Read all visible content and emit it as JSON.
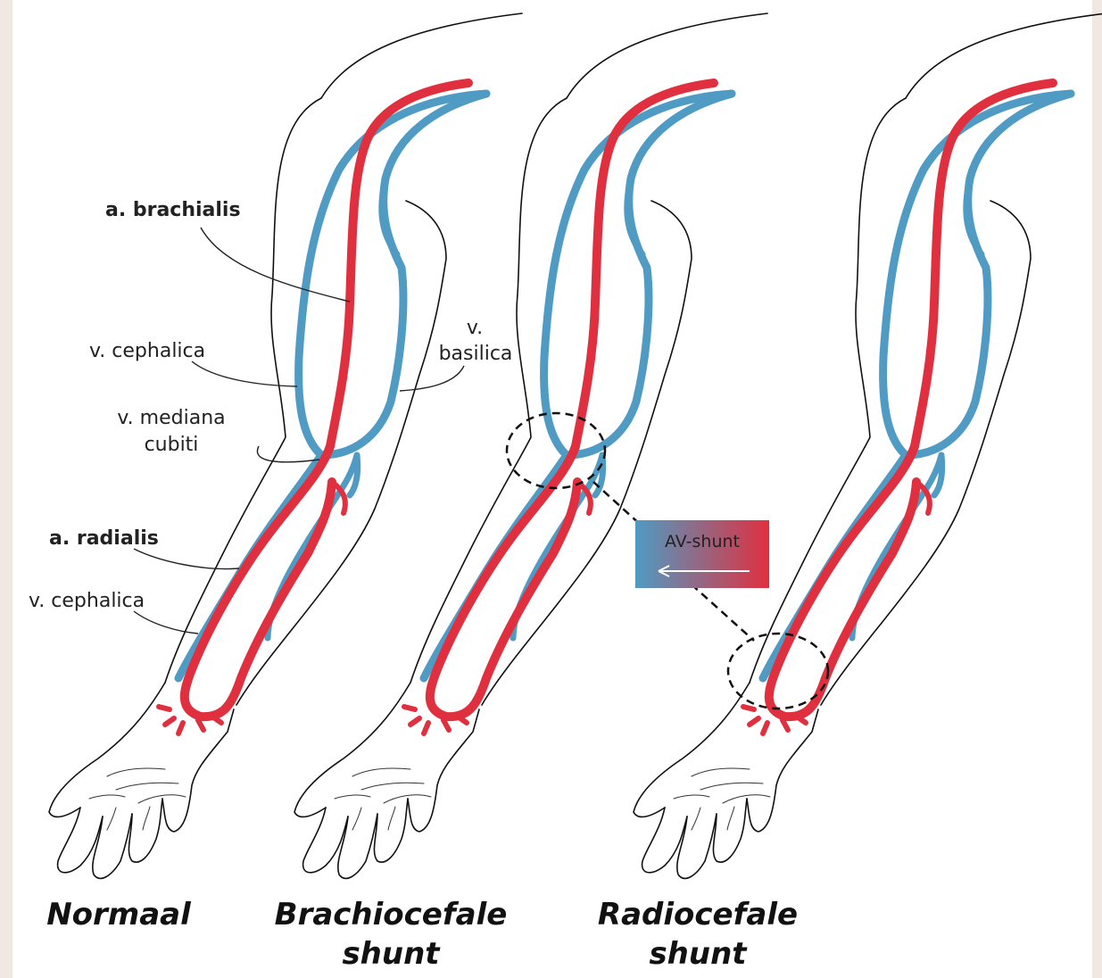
{
  "labels": {
    "brachialis": "a. brachialis",
    "cephalica_upper": "v. cephalica",
    "basilica_line1": "v.",
    "basilica_line2": "basilica",
    "mediana_line1": "v. mediana",
    "mediana_line2": "cubiti",
    "radialis": "a. radialis",
    "cephalica_lower": "v. cephalica"
  },
  "shunt_box": {
    "label": "AV-shunt"
  },
  "captions": [
    {
      "line1": "Normaal",
      "line2": ""
    },
    {
      "line1": "Brachiocefale",
      "line2": "shunt"
    },
    {
      "line1": "Radiocefale",
      "line2": "shunt"
    }
  ],
  "colors": {
    "vein": "#4f9bc3",
    "artery": "#e0303f",
    "background": "#f2e8e3"
  }
}
